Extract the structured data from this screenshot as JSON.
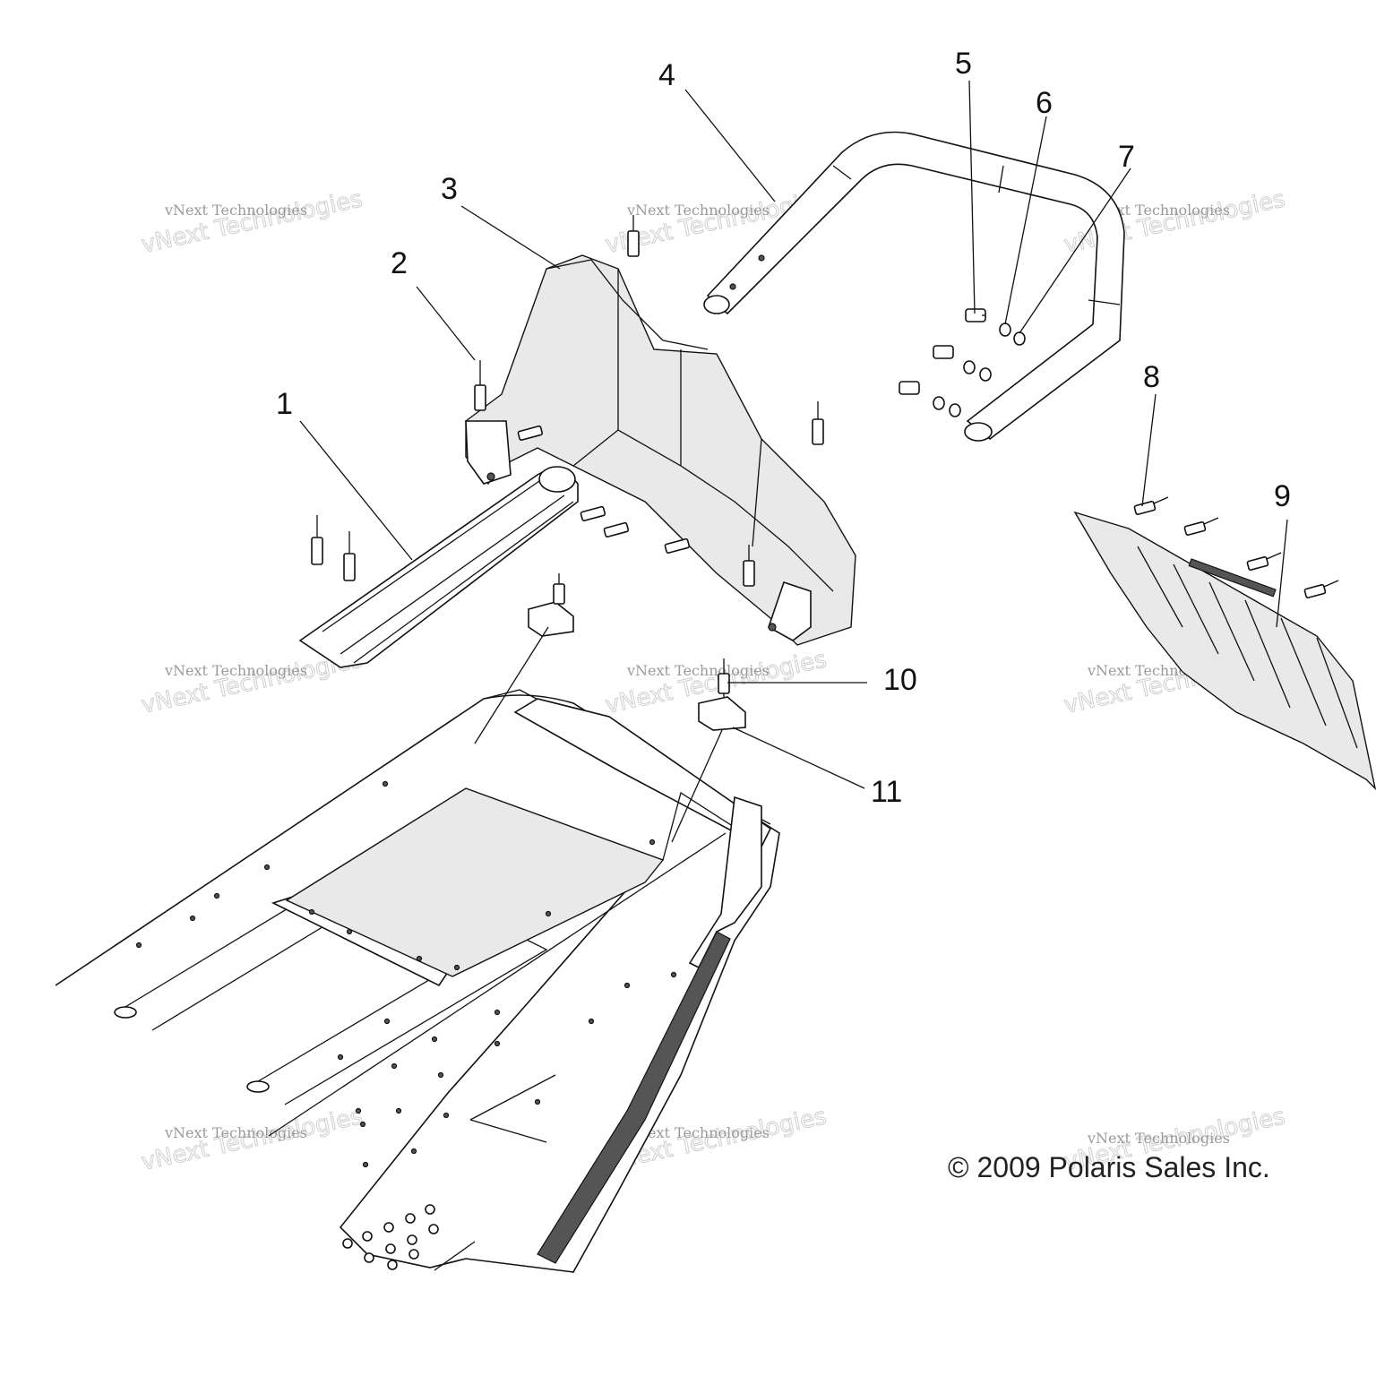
{
  "callouts": [
    "1",
    "2",
    "3",
    "4",
    "5",
    "6",
    "7",
    "8",
    "9",
    "10",
    "11"
  ],
  "copyright": "© 2009 Polaris Sales Inc.",
  "watermark": {
    "line1": "vNext Technologies",
    "line2": "vNext Technologies"
  }
}
